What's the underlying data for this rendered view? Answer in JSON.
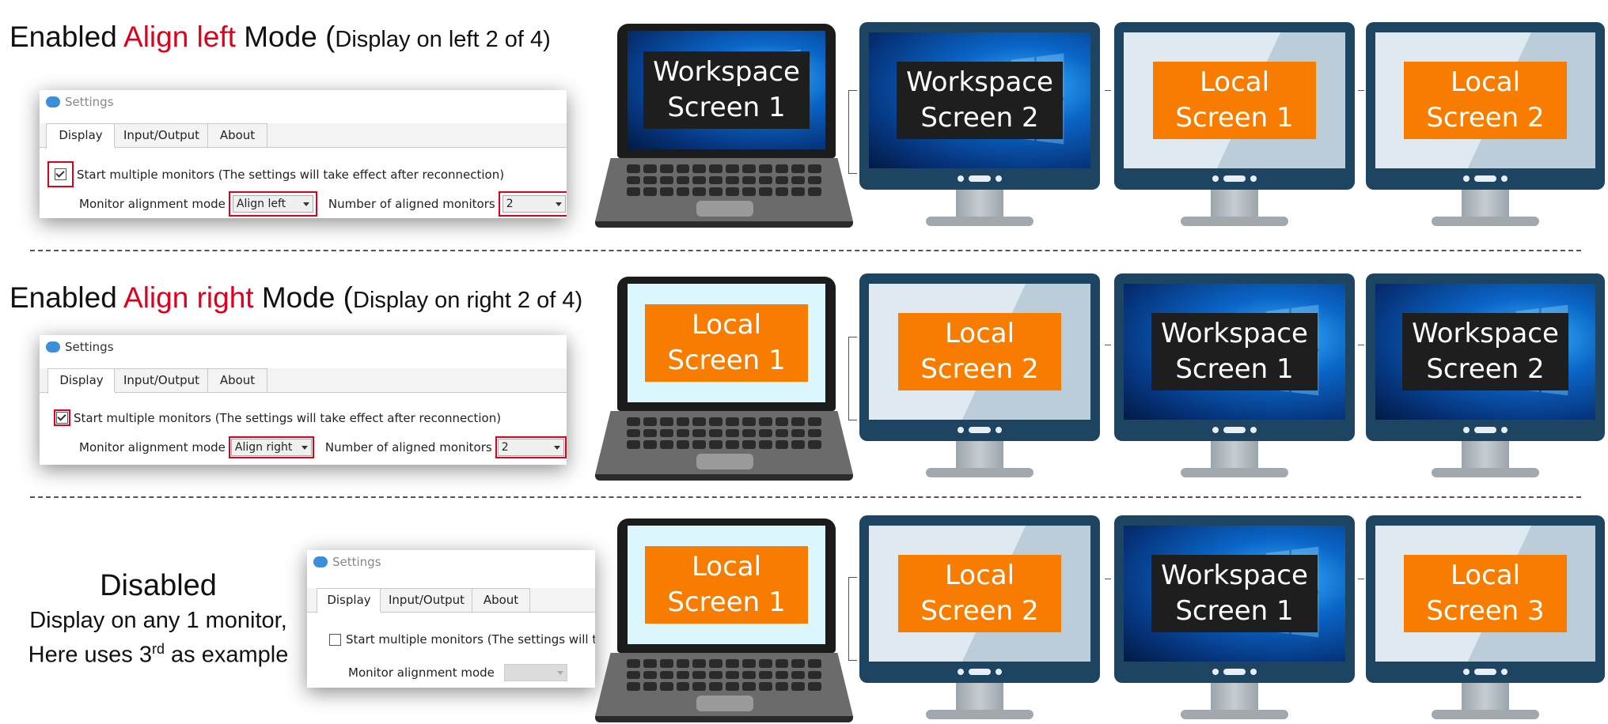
{
  "sections": [
    {
      "title_prefix": "Enabled ",
      "title_mode": "Align left",
      "title_suffix": " Mode (",
      "title_note": "Display on left 2 of 4)",
      "settings": {
        "window_title": "Settings",
        "tabs": [
          "Display",
          "Input/Output",
          "About"
        ],
        "checkbox_label": "Start multiple monitors (The settings will take effect after reconnection)",
        "checkbox_checked": true,
        "alignment_label": "Monitor alignment mode",
        "alignment_value": "Align left",
        "count_label": "Number of aligned monitors",
        "count_value": "2"
      },
      "screens": [
        {
          "device": "laptop",
          "type": "workspace",
          "line1": "Workspace",
          "line2": "Screen 1"
        },
        {
          "device": "monitor",
          "type": "workspace",
          "line1": "Workspace",
          "line2": "Screen 2"
        },
        {
          "device": "monitor",
          "type": "local",
          "line1": "Local",
          "line2": "Screen 1"
        },
        {
          "device": "monitor",
          "type": "local",
          "line1": "Local",
          "line2": "Screen 2"
        }
      ]
    },
    {
      "title_prefix": "Enabled ",
      "title_mode": "Align right",
      "title_suffix": " Mode (",
      "title_note": "Display on right 2 of 4)",
      "settings": {
        "window_title": "Settings",
        "tabs": [
          "Display",
          "Input/Output",
          "About"
        ],
        "checkbox_label": "Start multiple monitors (The settings will take effect after reconnection)",
        "checkbox_checked": true,
        "alignment_label": "Monitor alignment mode",
        "alignment_value": "Align right",
        "count_label": "Number of aligned monitors",
        "count_value": "2"
      },
      "screens": [
        {
          "device": "laptop",
          "type": "local",
          "line1": "Local",
          "line2": "Screen 1"
        },
        {
          "device": "monitor",
          "type": "local",
          "line1": "Local",
          "line2": "Screen 2"
        },
        {
          "device": "monitor",
          "type": "workspace",
          "line1": "Workspace",
          "line2": "Screen 1"
        },
        {
          "device": "monitor",
          "type": "workspace",
          "line1": "Workspace",
          "line2": "Screen 2"
        }
      ]
    },
    {
      "disabled_title": "Disabled",
      "disabled_line1": "Display on any 1 monitor,",
      "disabled_line2_prefix": "Here uses 3",
      "disabled_line2_sup": "rd",
      "disabled_line2_suffix": " as example",
      "settings": {
        "window_title": "Settings",
        "tabs": [
          "Display",
          "Input/Output",
          "About"
        ],
        "checkbox_label": "Start multiple monitors (The settings will ta",
        "checkbox_checked": false,
        "alignment_label": "Monitor alignment mode",
        "alignment_value": ""
      },
      "screens": [
        {
          "device": "laptop",
          "type": "local",
          "line1": "Local",
          "line2": "Screen 1"
        },
        {
          "device": "monitor",
          "type": "local",
          "line1": "Local",
          "line2": "Screen 2"
        },
        {
          "device": "monitor",
          "type": "workspace",
          "line1": "Workspace",
          "line2": "Screen 1"
        },
        {
          "device": "monitor",
          "type": "local",
          "line1": "Local",
          "line2": "Screen 3"
        }
      ]
    }
  ]
}
